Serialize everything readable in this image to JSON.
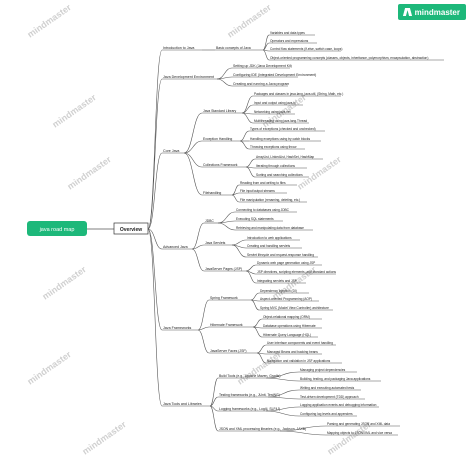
{
  "brand": {
    "name": "mindmaster"
  },
  "watermark": "mindmaster",
  "colors": {
    "root_fill": "#1db87a",
    "root_text": "#ffffff",
    "line": "#555555",
    "accent": "#1db87a"
  },
  "mindmap": {
    "root": "java road map",
    "center": "Overview",
    "level1": [
      "Introduction to Java",
      "Java Development Environment",
      "Core Java",
      "Advanced Java",
      "Java Frameworks",
      "Java Tools and Libraries"
    ],
    "level2": [
      "Basic concepts of Java",
      "Setting up JDK (Java Development Kit)",
      "Configuring IDE (Integrated Development Environment)",
      "Creating and running a Java program",
      "Java Standard Library",
      "Exception Handling",
      "Collections Framework",
      "Filehandling",
      "JDBC",
      "Java Servlets",
      "JavaServer Pages (JSP)",
      "Spring Framework",
      "Hibernate Framework",
      "JavaServer Faces (JSF)",
      "Build Tools (e.g., Apache Maven, Gradle)",
      "Testing frameworks (e.g., JUnit, TestNG)",
      "Logging frameworks (e.g., Log4j, SLF4J)",
      "JSON and XML processing libraries (e.g., Jackson, JAXB)"
    ],
    "level3": [
      "Variables and data types",
      "Operators and expressions",
      "Control flow statements (if-else, switch case, loops)",
      "Object-oriented programming concepts (classes, objects, inheritance, polymorphism, encapsulation, abstraction)",
      "Packages and classes in java.lang, java.util, (String, Math, etc.)",
      "Input and output using java.io",
      "Networking using java.net",
      "Multithreading using java.lang.Thread",
      "Types of exceptions (checked and unchecked)",
      "Handling exceptions using try catch blocks",
      "Throwing exceptions using throw",
      "ArrayList, LinkedList, HashSet, HashMap",
      "Iterating through collections",
      "Sorting and searching collections",
      "Reading from and writing to files",
      "File input/output streams",
      "File manipulation (renaming, deleting, etc.)",
      "Connecting to databases using JDBC",
      "Executing SQL statements",
      "Retrieving and manipulating data from database",
      "Introduction to web applications",
      "Creating and handling servlets",
      "Servlet lifecycle and request-response handling",
      "Dynamic web page generation using JSP",
      "JSP directives, scripting elements, and standard actions",
      "Integrating servlets and JSP",
      "Dependency Injection (DI)",
      "Aspect-oriented Programming (AOP)",
      "Spring MVC (Model View Controller) architecture",
      "Object-relational mapping (ORM)",
      "Database operations using Hibernate",
      "Hibernate Query Language (HQL)",
      "User interface components and event handling",
      "Managed Beans and backing beans",
      "Navigation and validation in JSF applications",
      "Managing project dependencies",
      "Building, testing, and packaging Java applications",
      "Writing and executing automated tests",
      "Test-driven development (TDD) approach",
      "Logging application events and debugging information",
      "Configuring log levels and appenders",
      "Parsing and generating JSON and XML data",
      "Mapping objects to JSON/XML and vice versa"
    ]
  }
}
